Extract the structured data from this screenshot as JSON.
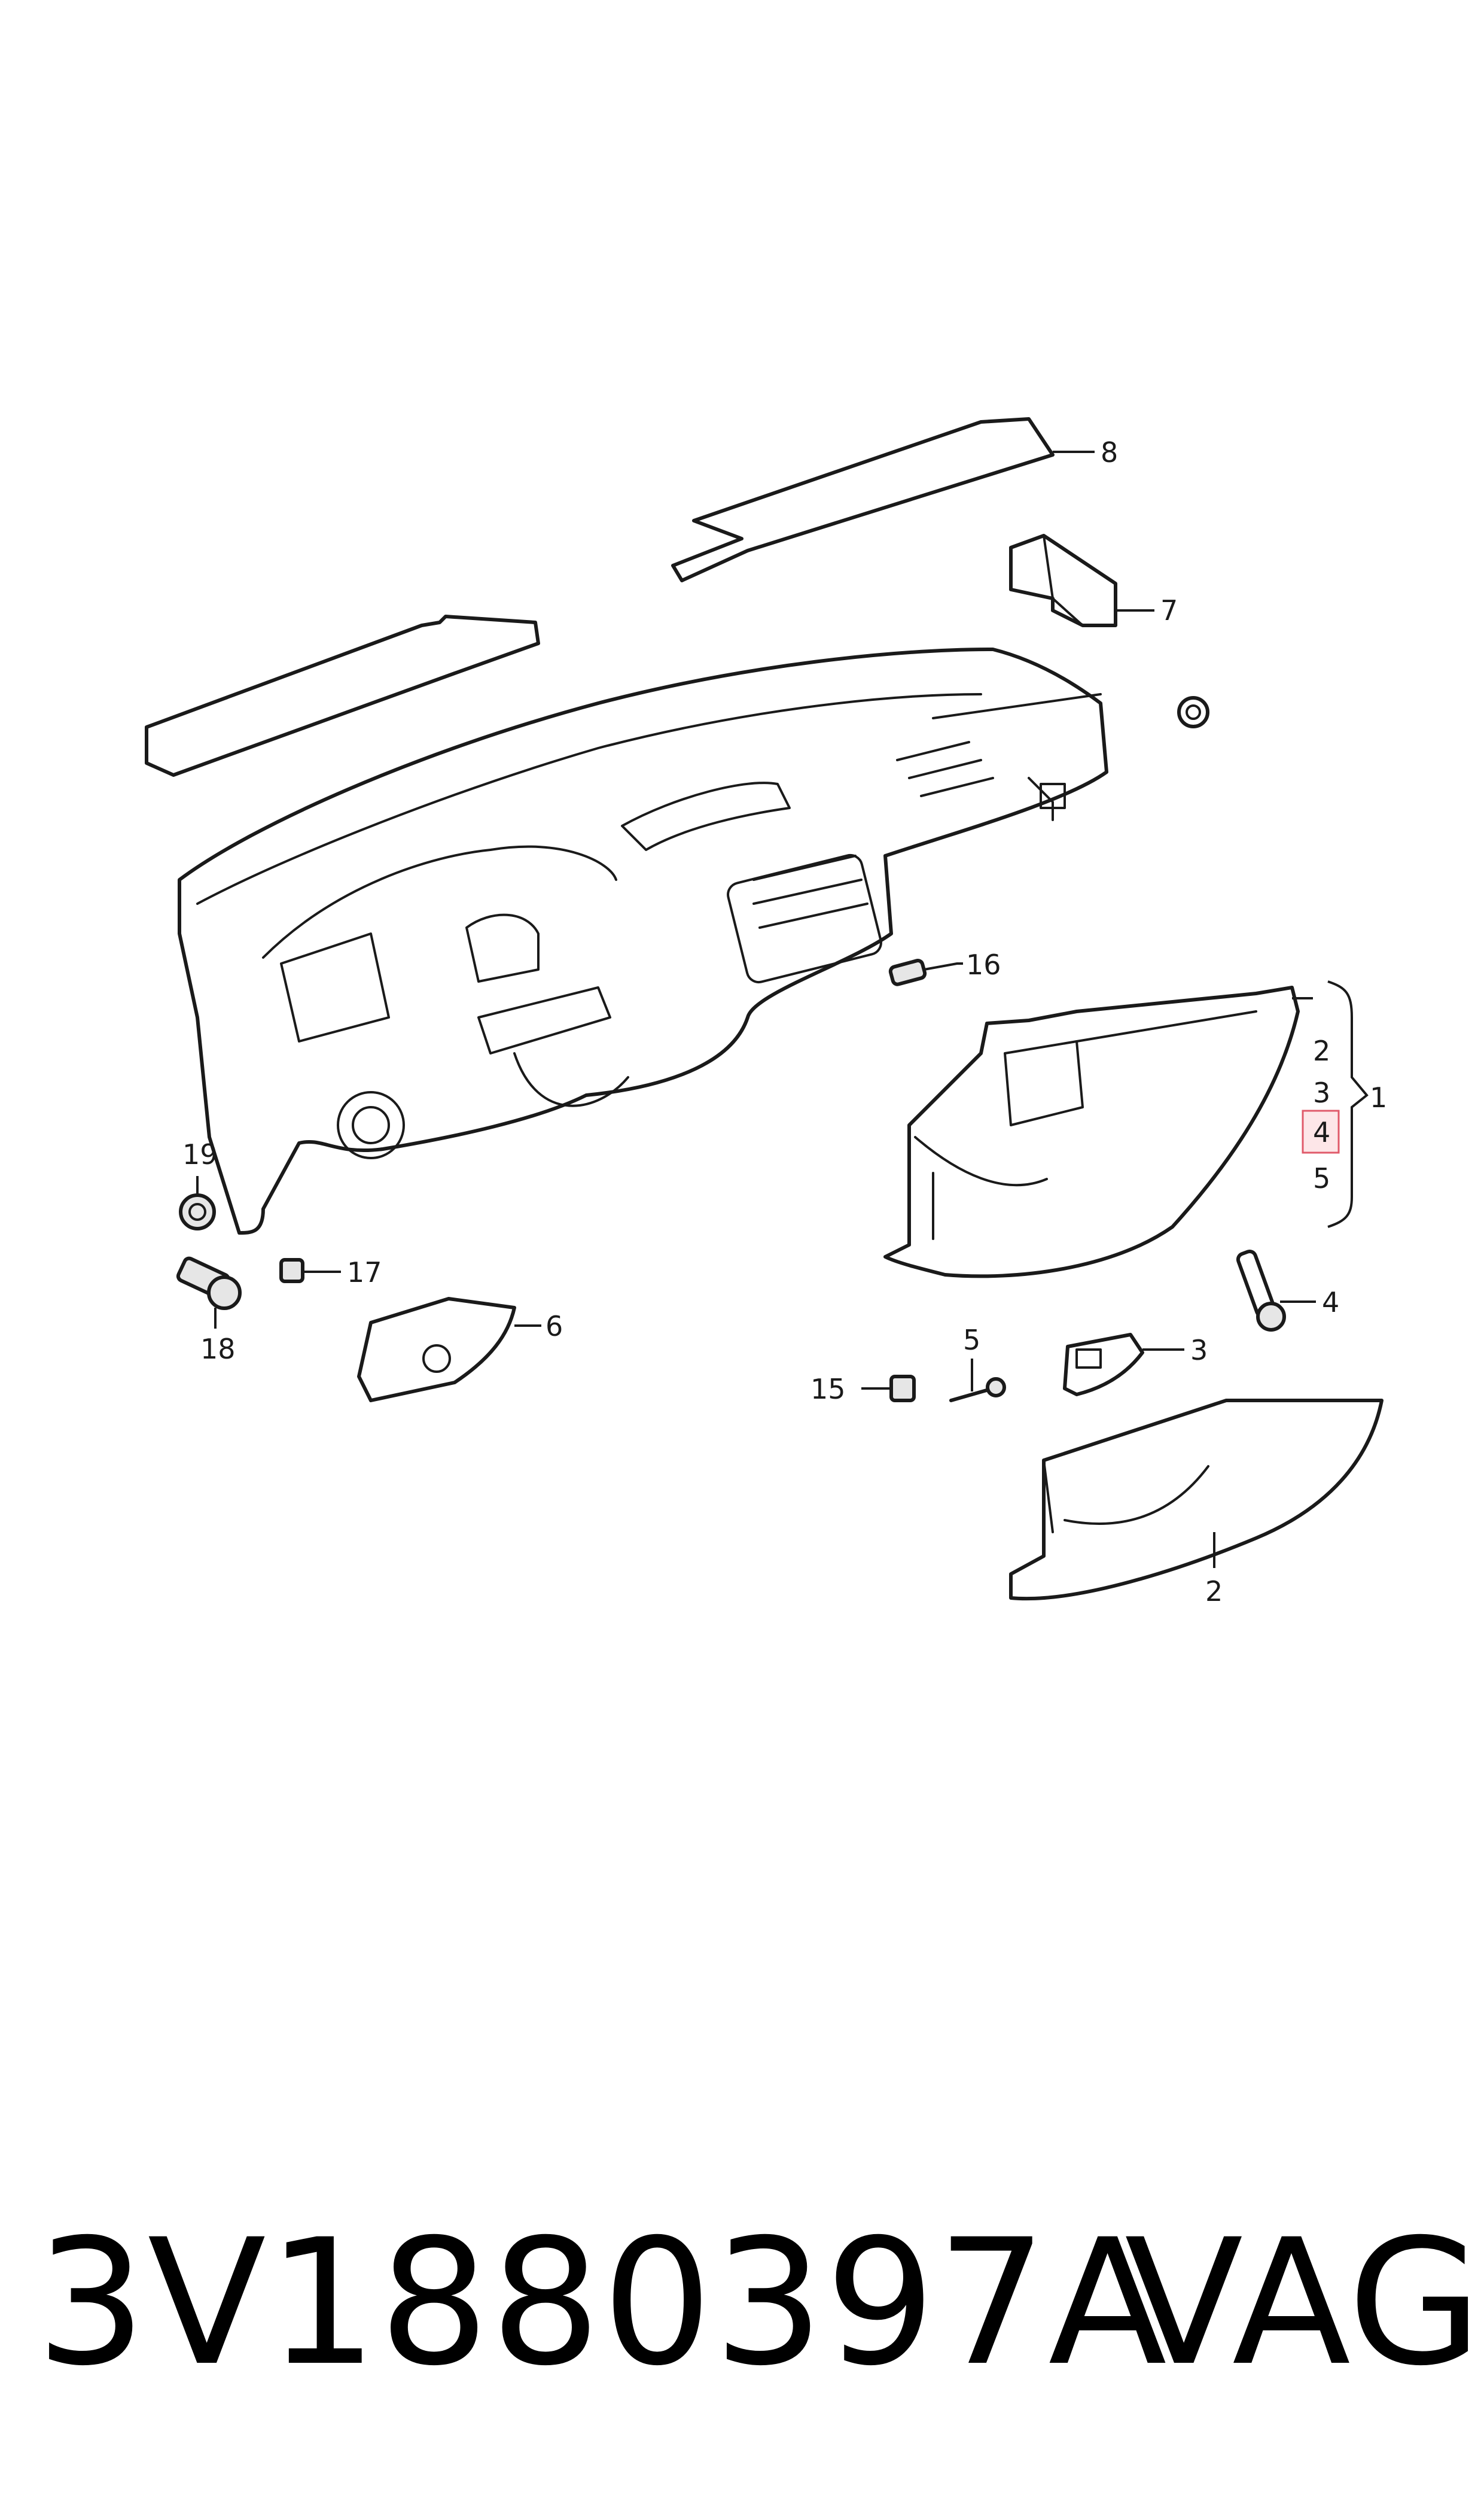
{
  "callouts": {
    "c1": "1",
    "c2a": "2",
    "c2b": "2",
    "c3a": "3",
    "c3b": "3",
    "c4a": "4",
    "c4b": "4",
    "c5a": "5",
    "c5b": "5",
    "c6": "6",
    "c7": "7",
    "c8": "8",
    "c15": "15",
    "c16": "16",
    "c17": "17",
    "c18": "18",
    "c19": "19"
  },
  "highlight_color": "#e05a6a",
  "footer": {
    "part_number": "3V1880397A",
    "brand": "VAG"
  }
}
